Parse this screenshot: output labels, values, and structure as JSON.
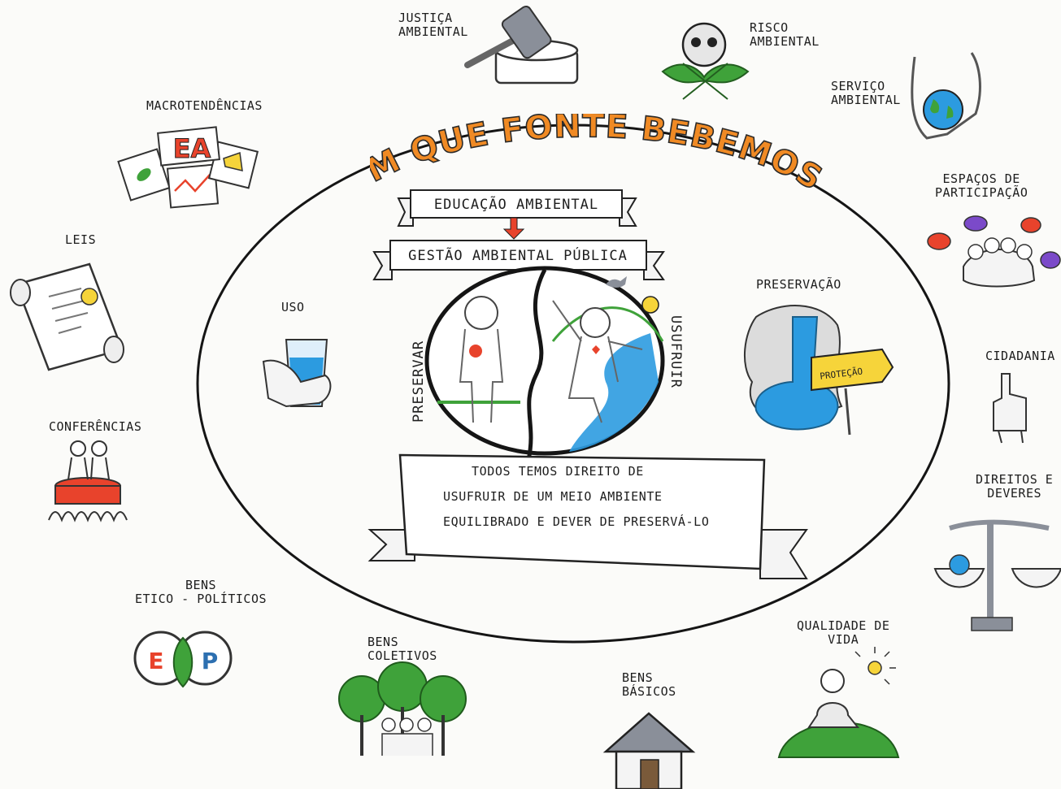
{
  "title": "EM QUE FONTE BEBEMOS ?",
  "center": {
    "banner_top": "EDUCAÇÃO AMBIENTAL",
    "banner_bottom": "GESTÃO AMBIENTAL PÚBLICA",
    "left_arc": "PRESERVAR",
    "right_arc": "USUFRUIR",
    "message_lines": [
      "TODOS TEMOS DIREITO DE",
      "USUFRUIR DE UM MEIO AMBIENTE",
      "EQUILIBRADO E DEVER DE PRESERVÁ-LO"
    ]
  },
  "inner_items": {
    "uso": "USO",
    "preservacao": "PRESERVAÇÃO",
    "protecao_sign": "PROTEÇÃO"
  },
  "outer_items": {
    "justica": [
      "JUSTIÇA",
      "AMBIENTAL"
    ],
    "risco": [
      "RISCO",
      "AMBIENTAL"
    ],
    "servico": [
      "SERVIÇO",
      "AMBIENTAL"
    ],
    "macro": "MACROTENDÊNCIAS",
    "macro_badge": "EA",
    "espacos": [
      "ESPAÇOS DE",
      "PARTICIPAÇÃO"
    ],
    "leis": "LEIS",
    "cidadania": "CIDADANIA",
    "conferencias": "CONFERÊNCIAS",
    "direitos": [
      "DIREITOS E",
      "DEVERES"
    ],
    "bens_etico": [
      "BENS",
      "ETICO - POLÍTICOS"
    ],
    "ep_left": "E",
    "ep_right": "P",
    "bens_coletivos": [
      "BENS",
      "COLETIVOS"
    ],
    "bens_basicos": [
      "BENS",
      "BÁSICOS"
    ],
    "qualidade": [
      "QUALIDADE DE",
      "VIDA"
    ]
  },
  "colors": {
    "title_orange": "#f08a24",
    "water_blue": "#2c9be0",
    "grass_green": "#3fa23a",
    "red": "#e8432c",
    "yellow": "#f6d43a",
    "gray": "#8a8f99"
  }
}
